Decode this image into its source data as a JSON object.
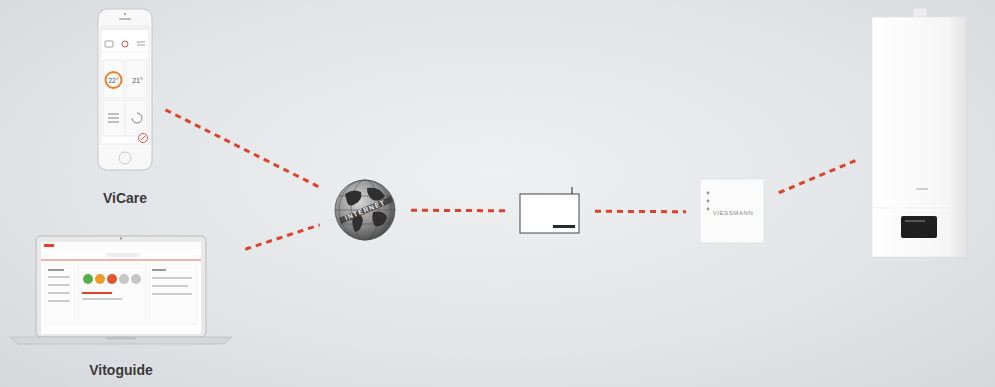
{
  "diagram": {
    "nodes": [
      {
        "text": [
          "ViCare"
        ]
      },
      {
        "text": [
          "Vitoguide"
        ]
      },
      {
        "text": [
          "INTERNET"
        ]
      },
      {
        "text": []
      },
      {
        "text": [
          "VIESSMANN"
        ]
      },
      {
        "text": []
      }
    ],
    "edges": [
      {
        "from": 0,
        "to": 2,
        "arrow": "none"
      },
      {
        "from": 1,
        "to": 2,
        "arrow": "none"
      },
      {
        "from": 2,
        "to": 3,
        "arrow": "none"
      },
      {
        "from": 3,
        "to": 4,
        "arrow": "none"
      },
      {
        "from": 4,
        "to": 5,
        "arrow": "none"
      }
    ],
    "labels": [
      "22°",
      "21°"
    ]
  }
}
